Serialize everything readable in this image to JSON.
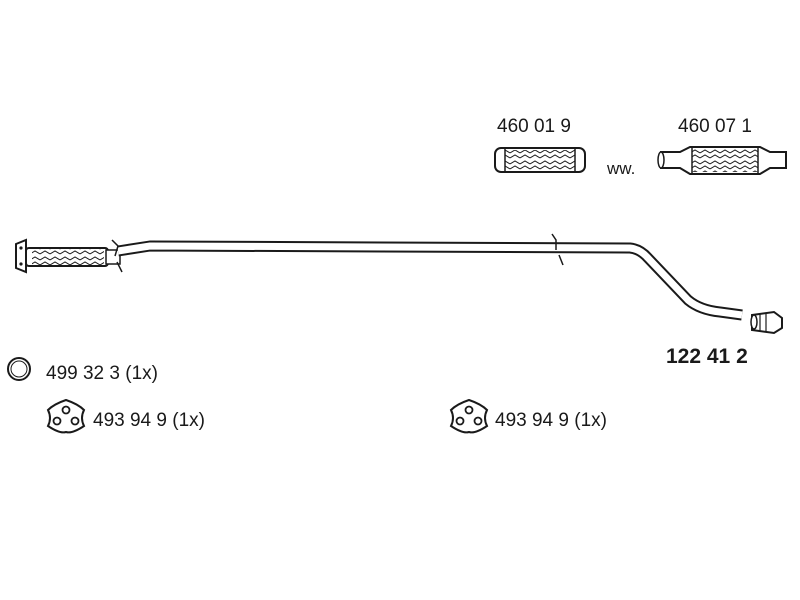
{
  "parts": {
    "connector_a": {
      "code": "460 01 9"
    },
    "connector_b": {
      "code": "460 07 1"
    },
    "alt_separator": "ww.",
    "main_pipe": {
      "code": "122 41 2"
    },
    "ring": {
      "label": "499 32 3 (1x)"
    },
    "hanger_left": {
      "label": "493 94 9 (1x)"
    },
    "hanger_right": {
      "label": "493 94 9 (1x)"
    }
  },
  "colors": {
    "line": "#1a1a1a",
    "fill": "#ffffff"
  }
}
